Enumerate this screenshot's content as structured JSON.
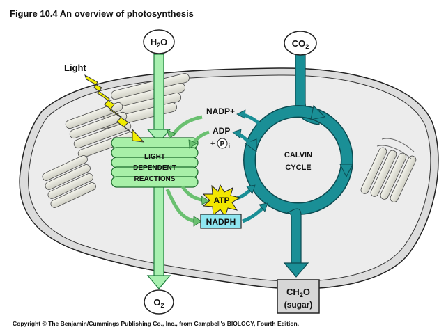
{
  "figure": {
    "title": "Figure 10.4  An overview of photosynthesis",
    "copyright": "Copyright © The Benjamin/Cummings Publishing Co., Inc., from Campbell's BIOLOGY, Fourth Edition."
  },
  "labels": {
    "light": "Light",
    "h2o_base": "H",
    "h2o_sub": "2",
    "h2o_end": "O",
    "co2_base": "CO",
    "co2_sub": "2",
    "o2_base": "O",
    "o2_sub": "2",
    "nadp_plus": "NADP+",
    "adp": "ADP",
    "pi_plus": "+",
    "pi_symbol": "P",
    "pi_sub": "i",
    "atp": "ATP",
    "nadph": "NADPH",
    "light_reactions": [
      "LIGHT",
      "DEPENDENT",
      "REACTIONS"
    ],
    "calvin_cycle": [
      "CALVIN",
      "CYCLE"
    ],
    "ch2o_base": "CH",
    "ch2o_sub": "2",
    "ch2o_end": "O",
    "sugar": "(sugar)"
  },
  "colors": {
    "water_path": "#a8f0b0",
    "thylakoid": "#a8f0a8",
    "calvin": "#1a8f96",
    "chloroplast": "#ececec",
    "atp_star": "#f2e600",
    "nadph_box": "#8fe6f0",
    "sugar_box": "#d6d6d6",
    "light_bolt": "#f0ec00"
  }
}
